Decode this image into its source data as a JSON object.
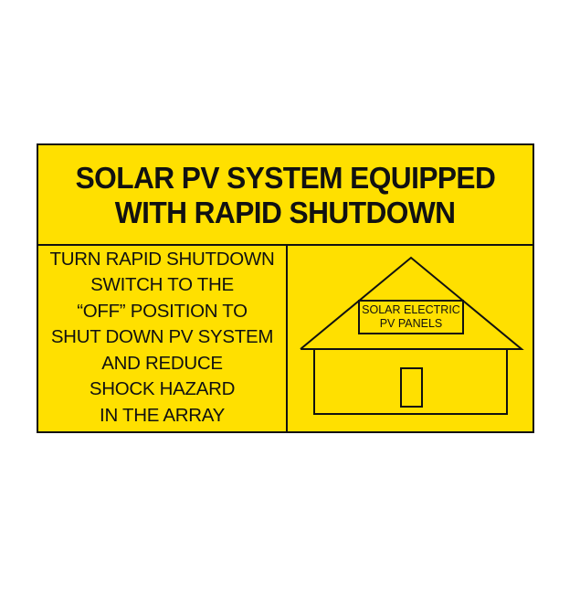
{
  "sign": {
    "title_lines": [
      "SOLAR PV SYSTEM EQUIPPED",
      "WITH RAPID SHUTDOWN"
    ],
    "instruction_lines": [
      "TURN RAPID SHUTDOWN",
      "SWITCH TO THE",
      "“OFF” POSITION TO",
      "SHUT DOWN PV SYSTEM",
      "AND REDUCE",
      "SHOCK HAZARD",
      "IN THE ARRAY"
    ],
    "diagram": {
      "panel_label_lines": [
        "SOLAR ELECTRIC",
        "PV PANELS"
      ]
    },
    "colors": {
      "background": "#ffe000",
      "ink": "#111111"
    }
  }
}
